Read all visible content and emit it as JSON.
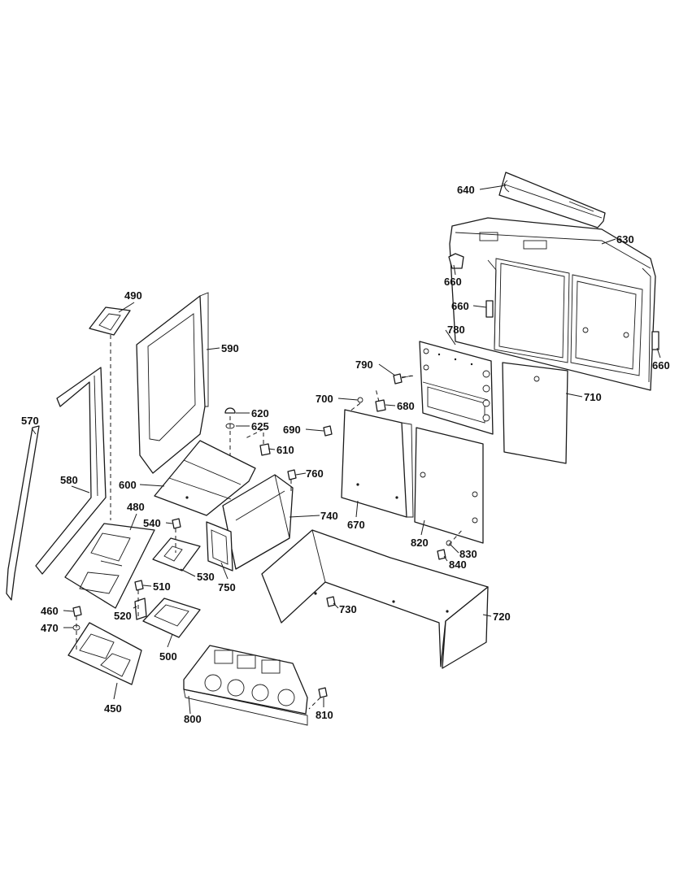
{
  "diagram": {
    "type": "exploded-parts-diagram",
    "line_color": "#1a1a1a",
    "background": "#ffffff",
    "callouts": {
      "c450": "450",
      "c460": "460",
      "c470": "470",
      "c480": "480",
      "c490": "490",
      "c500": "500",
      "c510": "510",
      "c520": "520",
      "c530": "530",
      "c540": "540",
      "c570": "570",
      "c580": "580",
      "c590": "590",
      "c600": "600",
      "c610": "610",
      "c620": "620",
      "c625": "625",
      "c630": "630",
      "c640": "640",
      "c660a": "660",
      "c660b": "660",
      "c660c": "660",
      "c670": "670",
      "c680": "680",
      "c690": "690",
      "c700": "700",
      "c710": "710",
      "c720": "720",
      "c730": "730",
      "c740": "740",
      "c750": "750",
      "c760": "760",
      "c780": "780",
      "c790": "790",
      "c800": "800",
      "c810": "810",
      "c820": "820",
      "c830": "830",
      "c840": "840"
    }
  }
}
